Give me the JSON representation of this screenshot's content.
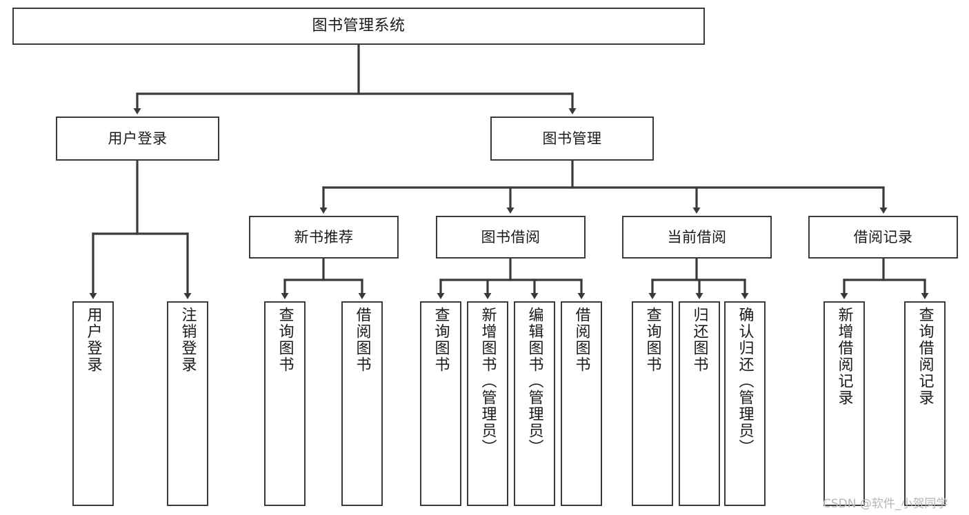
{
  "diagram": {
    "title": "图书管理系统",
    "type": "tree-hierarchy-diagram",
    "root": {
      "id": "root",
      "label": "图书管理系统"
    },
    "level2": [
      {
        "id": "user-login",
        "label": "用户登录"
      },
      {
        "id": "book-manage",
        "label": "图书管理"
      }
    ],
    "level3": [
      {
        "id": "new-book-recommend",
        "label": "新书推荐"
      },
      {
        "id": "book-borrow",
        "label": "图书借阅"
      },
      {
        "id": "current-borrow",
        "label": "当前借阅"
      },
      {
        "id": "borrow-record",
        "label": "借阅记录"
      }
    ],
    "leaves": {
      "user_login": [
        {
          "id": "leaf-user-login",
          "label": "用户登录"
        },
        {
          "id": "leaf-logout-login",
          "label": "注销登录"
        }
      ],
      "new_book_recommend": [
        {
          "id": "leaf-query-book-1",
          "label": "查询图书"
        },
        {
          "id": "leaf-borrow-book-1",
          "label": "借阅图书"
        }
      ],
      "book_borrow": [
        {
          "id": "leaf-query-book-2",
          "label": "查询图书"
        },
        {
          "id": "leaf-add-book",
          "label": "新增图书（管理员）"
        },
        {
          "id": "leaf-edit-book",
          "label": "编辑图书（管理员）"
        },
        {
          "id": "leaf-borrow-book-2",
          "label": "借阅图书"
        }
      ],
      "current_borrow": [
        {
          "id": "leaf-query-book-3",
          "label": "查询图书"
        },
        {
          "id": "leaf-return-book",
          "label": "归还图书"
        },
        {
          "id": "leaf-confirm-return",
          "label": "确认归还（管理员）"
        }
      ],
      "borrow_record": [
        {
          "id": "leaf-add-record",
          "label": "新增借阅记录"
        },
        {
          "id": "leaf-query-record",
          "label": "查询借阅记录"
        }
      ]
    }
  },
  "watermark": {
    "text": "CSDN @软件_小贺同学"
  },
  "colors": {
    "box_border": "#3a3a3a",
    "box_fill": "#ffffff",
    "connector": "#3a3a3a",
    "text": "#1a1a1a",
    "watermark": "#b6b6b6",
    "background": "#ffffff"
  }
}
